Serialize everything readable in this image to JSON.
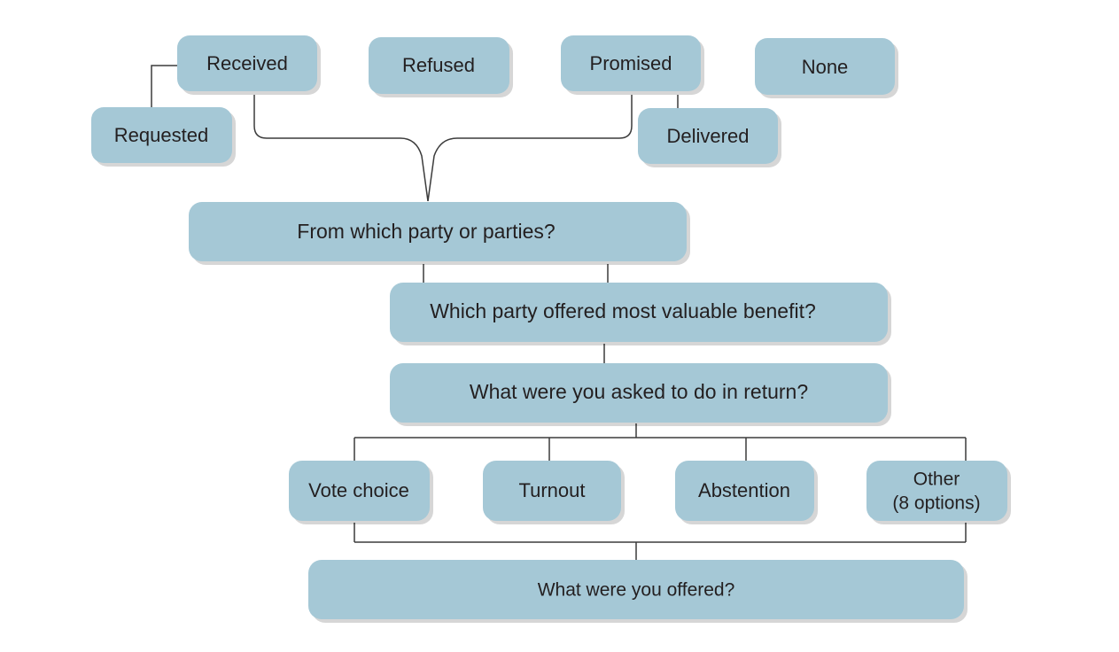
{
  "diagram": {
    "title": "Clientelism survey question flow",
    "colors": {
      "node_fill": "#a5c8d6",
      "node_text": "#231f20",
      "connector": "#3b3b3b",
      "background": "#ffffff"
    },
    "nodes": {
      "requested": {
        "label": "Requested"
      },
      "received": {
        "label": "Received"
      },
      "refused": {
        "label": "Refused"
      },
      "promised": {
        "label": "Promised"
      },
      "none": {
        "label": "None"
      },
      "delivered": {
        "label": "Delivered"
      },
      "from_which_party": {
        "label": "From which party or parties?"
      },
      "most_valuable": {
        "label": "Which party offered most valuable benefit?"
      },
      "asked_to_do": {
        "label": "What were you asked to do in return?"
      },
      "vote_choice": {
        "label": "Vote choice"
      },
      "turnout": {
        "label": "Turnout"
      },
      "abstention": {
        "label": "Abstention"
      },
      "other_line1": {
        "label": "Other"
      },
      "other_line2": {
        "label": "(8 options)"
      },
      "what_offered": {
        "label": "What were you offered?"
      }
    }
  }
}
